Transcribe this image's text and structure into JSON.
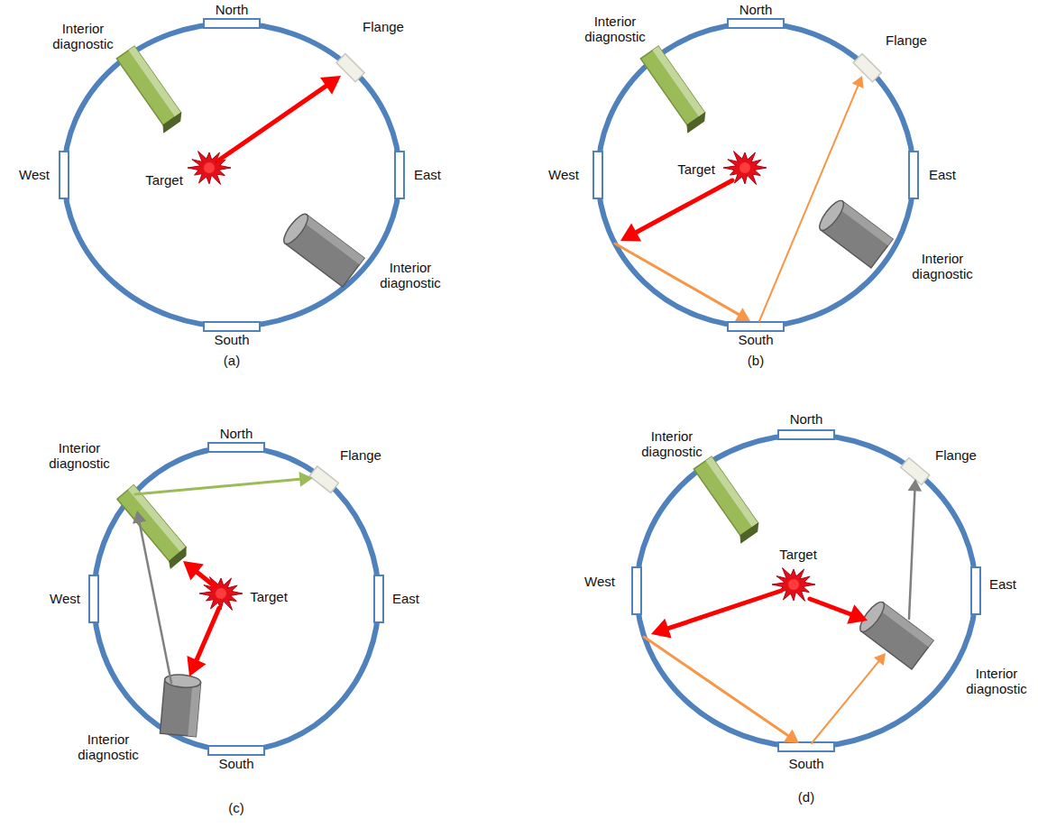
{
  "diagram": {
    "labels": [
      "North",
      "Interior diagnostic",
      "Flange",
      "West",
      "Target",
      "East",
      "Interior diagnostic",
      "South",
      "(a)",
      "North",
      "Interior diagnostic",
      "Flange",
      "West",
      "Target",
      "East",
      "Interior diagnostic",
      "South",
      "(b)",
      "North",
      "Interior diagnostic",
      "Flange",
      "West",
      "Target",
      "East",
      "Interior diagnostic",
      "South",
      "(c)",
      "North",
      "Interior diagnostic",
      "Flange",
      "West",
      "Target",
      "East",
      "Interior diagnostic",
      "South",
      "(d)"
    ]
  }
}
